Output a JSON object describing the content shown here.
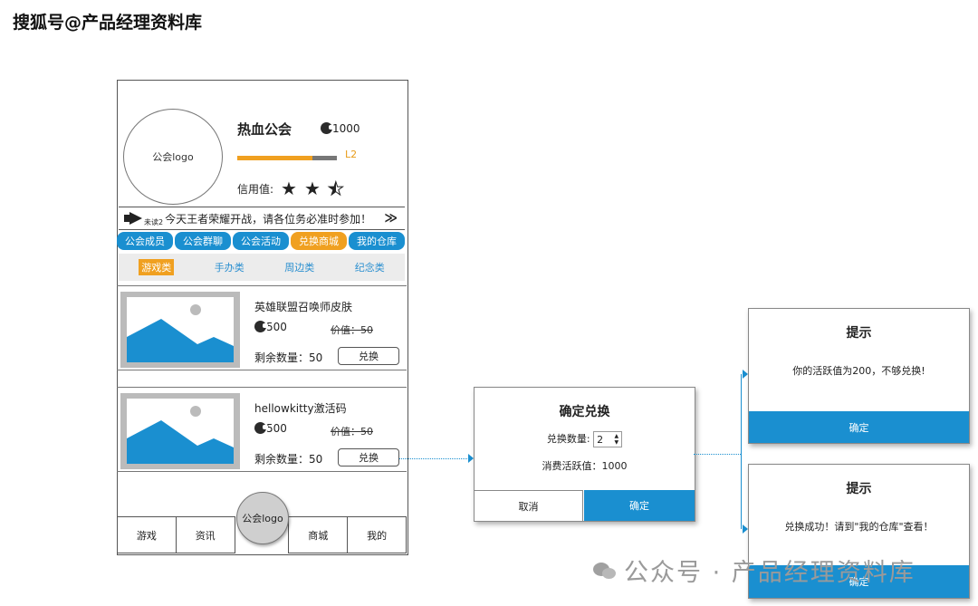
{
  "watermark_top": "搜狐号@产品经理资料库",
  "guild": {
    "logo_text": "公会logo",
    "name": "热血公会",
    "coins": "1000",
    "level": "L2",
    "level_progress": 0.75,
    "credit_label": "信用值:",
    "credit_stars": 2.5
  },
  "notice": {
    "unread": "未读2",
    "text": "今天王者荣耀开战，请各位务必准时参加！",
    "more_icon": "double-chevron-right-icon"
  },
  "tabs": [
    {
      "label": "公会成员",
      "active": false
    },
    {
      "label": "公会群聊",
      "active": false
    },
    {
      "label": "公会活动",
      "active": false
    },
    {
      "label": "兑换商城",
      "active": true
    },
    {
      "label": "我的仓库",
      "active": false
    }
  ],
  "subtabs": [
    {
      "label": "游戏类",
      "active": true
    },
    {
      "label": "手办类",
      "active": false
    },
    {
      "label": "周边类",
      "active": false
    },
    {
      "label": "纪念类",
      "active": false
    }
  ],
  "items": [
    {
      "name": "英雄联盟召唤师皮肤",
      "price": "500",
      "value": "价值：50",
      "stock": "剩余数量：50",
      "button": "兑换"
    },
    {
      "name": "hellowkitty激活码",
      "price": "500",
      "value": "价值：50",
      "stock": "剩余数量：50",
      "button": "兑换"
    }
  ],
  "bottom_nav": {
    "items": [
      "游戏",
      "资讯",
      "商城",
      "我的"
    ],
    "center": "公会logo"
  },
  "confirm_dialog": {
    "title": "确定兑换",
    "qty_label": "兑换数量:",
    "qty_value": "2",
    "cost_label": "消费活跃值：1000",
    "cancel": "取消",
    "ok": "确定"
  },
  "fail_dialog": {
    "title": "提示",
    "message": "你的活跃值为200，不够兑换!",
    "ok": "确定"
  },
  "success_dialog": {
    "title": "提示",
    "message": "兑换成功！请到\"我的仓库\"查看！",
    "ok": "确定"
  },
  "watermark_bottom": "公众号 · 产品经理资料库",
  "colors": {
    "accent": "#1a8fd0",
    "highlight": "#f0a020"
  }
}
